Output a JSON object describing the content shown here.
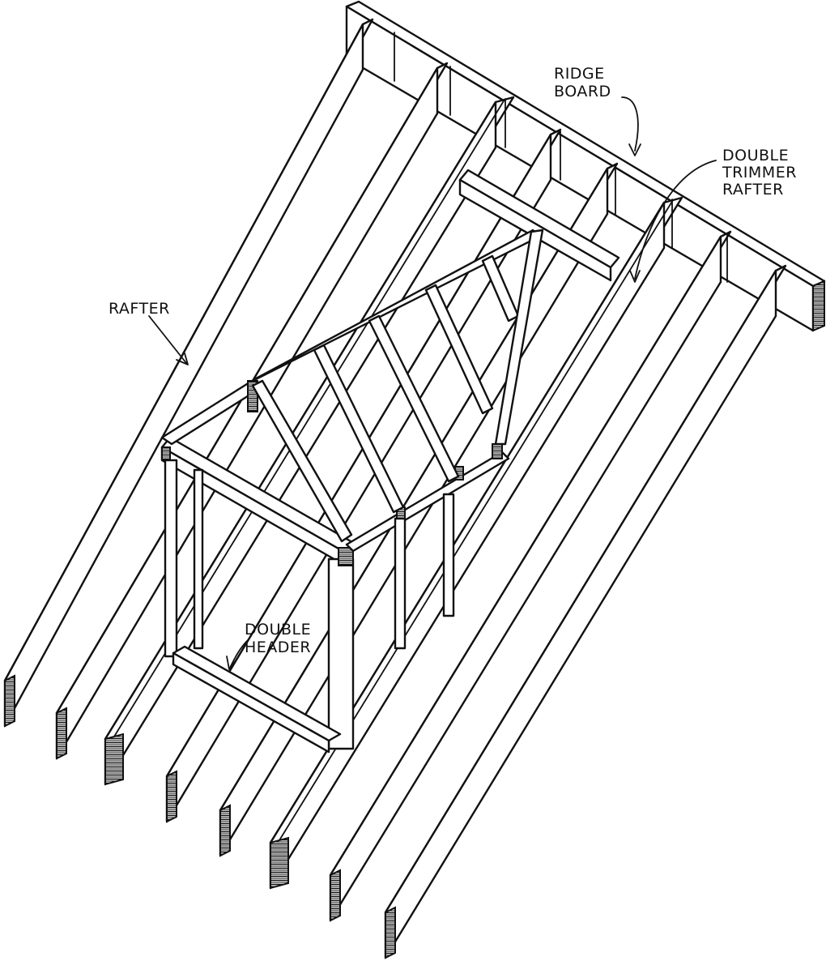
{
  "labels": {
    "ridge_board": [
      "RIDGE",
      "BOARD"
    ],
    "double_trimmer_rafter": [
      "DOUBLE",
      "TRIMMER",
      "RAFTER"
    ],
    "rafter": [
      "RAFTER"
    ],
    "double_header": [
      "DOUBLE",
      "HEADER"
    ]
  },
  "colors": {
    "ink": "#111111",
    "paper": "#ffffff"
  }
}
